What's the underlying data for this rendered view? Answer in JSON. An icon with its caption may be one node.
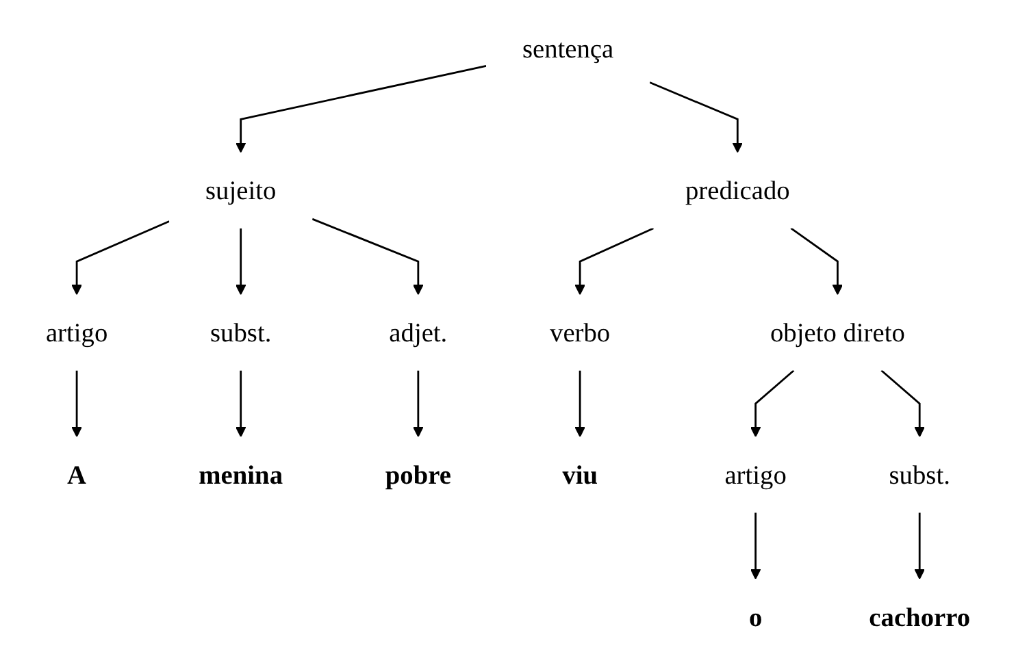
{
  "diagram": {
    "nodes": [
      {
        "text": [
          "sentença"
        ]
      },
      {
        "text": [
          "sujeito"
        ]
      },
      {
        "text": [
          "predicado"
        ]
      },
      {
        "text": [
          "artigo"
        ]
      },
      {
        "text": [
          "subst."
        ]
      },
      {
        "text": [
          "adjet."
        ]
      },
      {
        "text": [
          "verbo"
        ]
      },
      {
        "text": [
          "objeto direto"
        ]
      },
      {
        "text": [
          "A"
        ]
      },
      {
        "text": [
          "menina"
        ]
      },
      {
        "text": [
          "pobre"
        ]
      },
      {
        "text": [
          "viu"
        ]
      },
      {
        "text": [
          "artigo"
        ]
      },
      {
        "text": [
          "subst."
        ]
      },
      {
        "text": [
          "o"
        ]
      },
      {
        "text": [
          "cachorro"
        ]
      }
    ],
    "edges": [
      {
        "from": 0,
        "to": 1,
        "arrow": "to"
      },
      {
        "from": 0,
        "to": 2,
        "arrow": "to"
      },
      {
        "from": 1,
        "to": 3,
        "arrow": "to"
      },
      {
        "from": 1,
        "to": 4,
        "arrow": "to"
      },
      {
        "from": 1,
        "to": 5,
        "arrow": "to"
      },
      {
        "from": 2,
        "to": 6,
        "arrow": "to"
      },
      {
        "from": 2,
        "to": 7,
        "arrow": "to"
      },
      {
        "from": 3,
        "to": 8,
        "arrow": "to"
      },
      {
        "from": 4,
        "to": 9,
        "arrow": "to"
      },
      {
        "from": 5,
        "to": 10,
        "arrow": "to"
      },
      {
        "from": 6,
        "to": 11,
        "arrow": "to"
      },
      {
        "from": 7,
        "to": 12,
        "arrow": "to"
      },
      {
        "from": 7,
        "to": 13,
        "arrow": "to"
      },
      {
        "from": 12,
        "to": 14,
        "arrow": "to"
      },
      {
        "from": 13,
        "to": 15,
        "arrow": "to"
      }
    ]
  }
}
